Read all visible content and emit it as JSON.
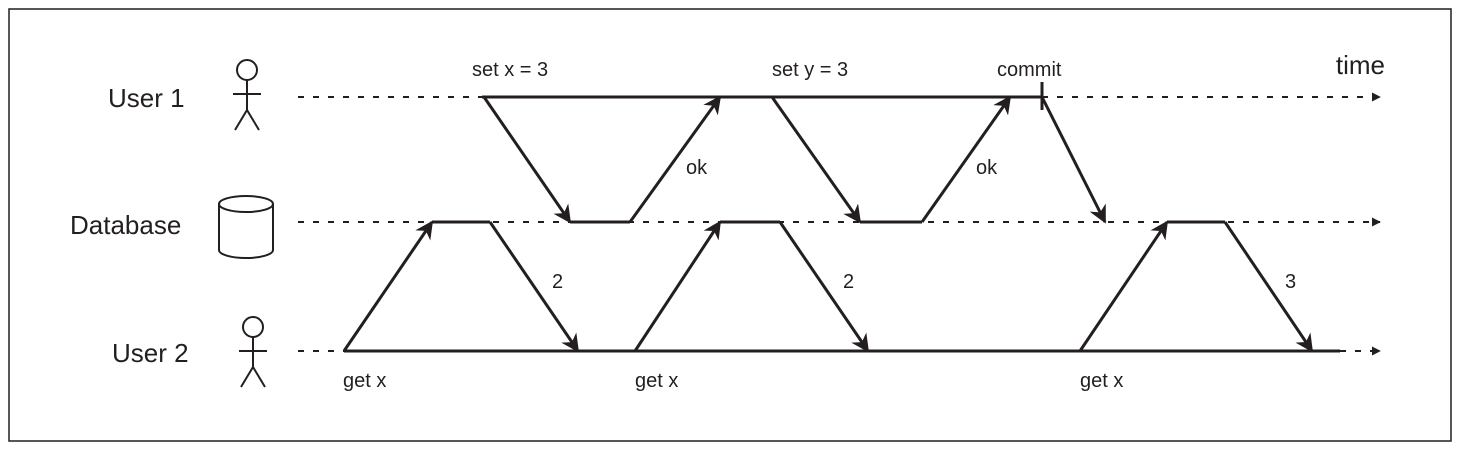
{
  "lanes": {
    "user1": "User 1",
    "database": "Database",
    "user2": "User 2"
  },
  "time_label": "time",
  "user1_events": {
    "set_x": "set x = 3",
    "set_y": "set y = 3",
    "commit": "commit"
  },
  "responses": {
    "ok_1": "ok",
    "ok_2": "ok"
  },
  "reads": [
    {
      "request": "get x",
      "result": "2"
    },
    {
      "request": "get x",
      "result": "2"
    },
    {
      "request": "get x",
      "result": "3"
    }
  ],
  "icons": {
    "user1": "stick-figure-icon",
    "database": "database-cylinder-icon",
    "user2": "stick-figure-icon"
  },
  "colors": {
    "ink": "#231f20",
    "frame": "#231f20",
    "background": "#ffffff"
  }
}
